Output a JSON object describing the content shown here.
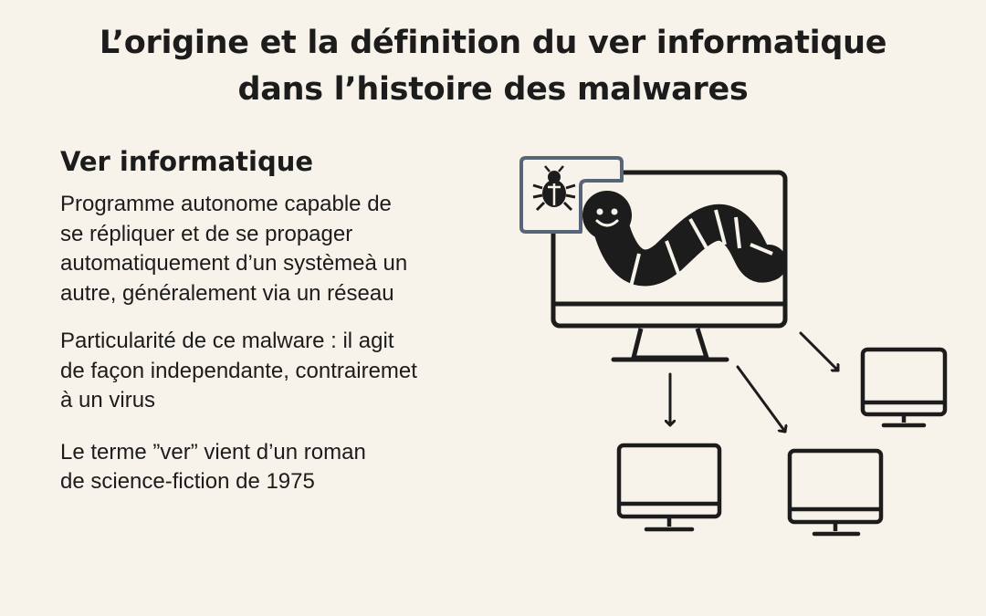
{
  "title": {
    "line1": "L’origine et la définition du ver informatique",
    "line2": "dans l’histoire des malwares"
  },
  "content": {
    "heading": "Ver informatique",
    "definition_lines": [
      "Programme autonome capable de",
      "se répliquer et de se propager",
      "automatiquement d’un systèmeà un",
      "autre, généralement via un réseau"
    ],
    "particularity_lines": [
      "Particularité de ce malware : il agit",
      "de façon independante, contrairemet",
      "à un virus"
    ],
    "origin_lines": [
      "Le terme ”ver” vient d’un roman",
      "de science-fiction de 1975"
    ]
  },
  "illustration": {
    "main_screen_icon": "worm-icon",
    "badge_icon": "bug-icon",
    "network_icons": [
      "monitor-icon",
      "monitor-icon",
      "monitor-icon"
    ],
    "arrow_icons": [
      "arrow-down-icon",
      "arrow-diagonal-icon",
      "arrow-diagonal-icon"
    ]
  }
}
